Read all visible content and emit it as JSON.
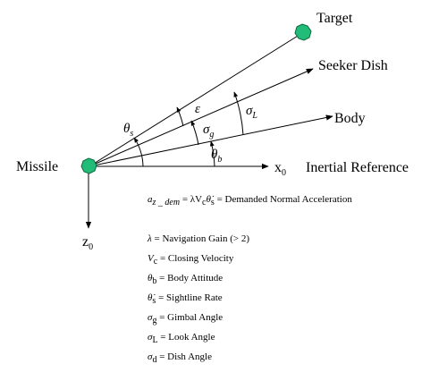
{
  "labels": {
    "target": "Target",
    "seeker_dish": "Seeker Dish",
    "body": "Body",
    "missile": "Missile",
    "inertial_reference": "Inertial Reference",
    "x0": "x",
    "x0_sub": "0",
    "z0": "z",
    "z0_sub": "0"
  },
  "angles": {
    "theta_s": "θ",
    "theta_s_sub": "s",
    "epsilon": "ε",
    "sigma_g": "σ",
    "sigma_g_sub": "g",
    "sigma_L": "σ",
    "sigma_L_sub": "L",
    "theta_b": "θ",
    "theta_b_sub": "b"
  },
  "equation": {
    "lhs": "a",
    "lhs_sub": "z _ dem",
    "rhs": " = λV",
    "rhs_sub1": "c",
    "theta_dot": "θ̇",
    "rhs_sub2": "s",
    "desc": " = Demanded Normal Acceleration"
  },
  "legend": [
    {
      "sym": "λ",
      "sub": "",
      "text": " = Navigation  Gain (> 2)"
    },
    {
      "sym": "V",
      "sub": "c",
      "text": " = Closing Velocity"
    },
    {
      "sym": "θ",
      "sub": "b",
      "text": " = Body Attitude"
    },
    {
      "sym": "θ̇",
      "sub": "s",
      "text": " = Sightline  Rate"
    },
    {
      "sym": "σ",
      "sub": "g",
      "text": " = Gimbal Angle"
    },
    {
      "sym": "σ",
      "sub": "L",
      "text": " = Look Angle"
    },
    {
      "sym": "σ",
      "sub": "d",
      "text": " = Dish Angle"
    }
  ],
  "colors": {
    "node_fill": "#22bb77",
    "node_stroke": "#0b6b3e",
    "line": "#000000"
  }
}
